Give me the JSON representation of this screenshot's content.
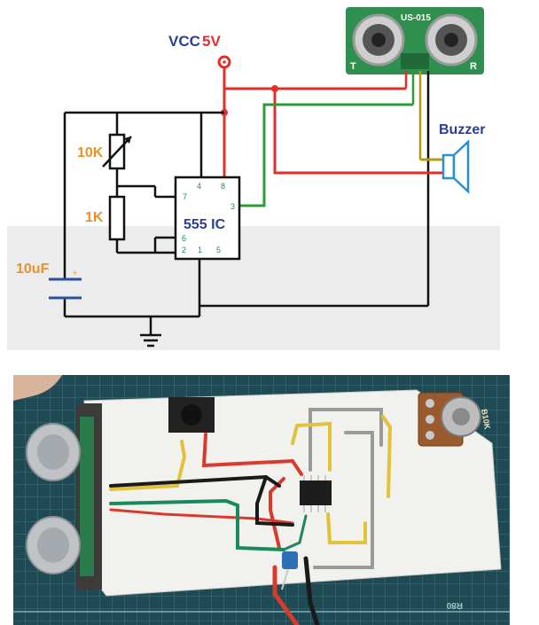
{
  "schematic": {
    "supply_label": "VCC",
    "supply_value": "5V",
    "sensor_model": "US-015",
    "sensor_pin_t": "T",
    "sensor_pin_r": "R",
    "pot_label": "10K",
    "resistor_label": "1K",
    "cap_label": "10uF",
    "cap_polarity": "+",
    "ic_label": "555 IC",
    "pins": [
      "4",
      "8",
      "7",
      "3",
      "6",
      "2",
      "1",
      "5"
    ],
    "buzzer_label": "Buzzer",
    "colors": {
      "power_wire": "#e0302a",
      "signal_wire": "#2e9b3a",
      "ground_wire": "#111111",
      "buzzer_wire": "#b89a10",
      "vcc_text": "#2a3d99",
      "component_text": "#e8902a",
      "pin_text": "#1f8a50",
      "buzzer_color": "#2a8fd6",
      "sensor_board": "#2f8f4e"
    }
  },
  "photo": {
    "pot_marking": "B10K",
    "mat_marking": "R80",
    "colors": {
      "cutting_mat": "#1f4a54",
      "board": "#f1f1ee"
    }
  }
}
